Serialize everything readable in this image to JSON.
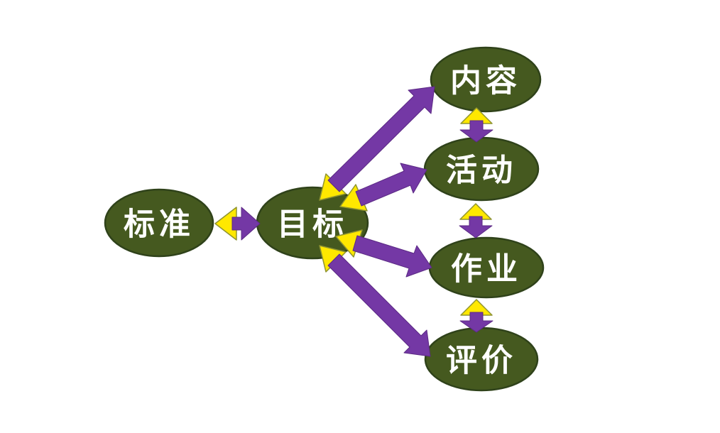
{
  "diagram": {
    "type": "hub-and-spoke concept diagram",
    "nodes": {
      "biaozhun": {
        "label": "标准"
      },
      "mubiao": {
        "label": "目标"
      },
      "neirong": {
        "label": "内容"
      },
      "huodong": {
        "label": "活动"
      },
      "zuoye": {
        "label": "作业"
      },
      "pingjia": {
        "label": "评价"
      }
    },
    "edges": [
      {
        "from": "标准",
        "to": "目标",
        "type": "bidirectional",
        "purple_head_toward": "目标",
        "yellow_head_toward": "标准"
      },
      {
        "from": "目标",
        "to": "内容",
        "type": "bidirectional",
        "purple_head_toward": "内容",
        "yellow_head_toward": "目标"
      },
      {
        "from": "目标",
        "to": "活动",
        "type": "bidirectional",
        "purple_head_toward": "活动",
        "yellow_head_toward": "目标"
      },
      {
        "from": "目标",
        "to": "作业",
        "type": "bidirectional",
        "purple_head_toward": "作业",
        "yellow_head_toward": "目标"
      },
      {
        "from": "目标",
        "to": "评价",
        "type": "bidirectional",
        "purple_head_toward": "评价",
        "yellow_head_toward": "目标"
      },
      {
        "from": "内容",
        "to": "活动",
        "type": "bidirectional",
        "purple_head_toward": "活动",
        "yellow_head_toward": "内容"
      },
      {
        "from": "活动",
        "to": "作业",
        "type": "bidirectional",
        "purple_head_toward": "作业",
        "yellow_head_toward": "活动"
      },
      {
        "from": "作业",
        "to": "评价",
        "type": "bidirectional",
        "purple_head_toward": "评价",
        "yellow_head_toward": "作业"
      }
    ],
    "colors": {
      "background": "#ffffff",
      "node_fill": "#45591f",
      "node_stroke": "#2f421a",
      "label_text": "#ffffff",
      "arrow_purple": "#7438a5",
      "arrow_purple_stroke": "#5c2a85",
      "arrow_yellow": "#ffe800",
      "arrow_yellow_stroke": "#8f9430"
    }
  }
}
